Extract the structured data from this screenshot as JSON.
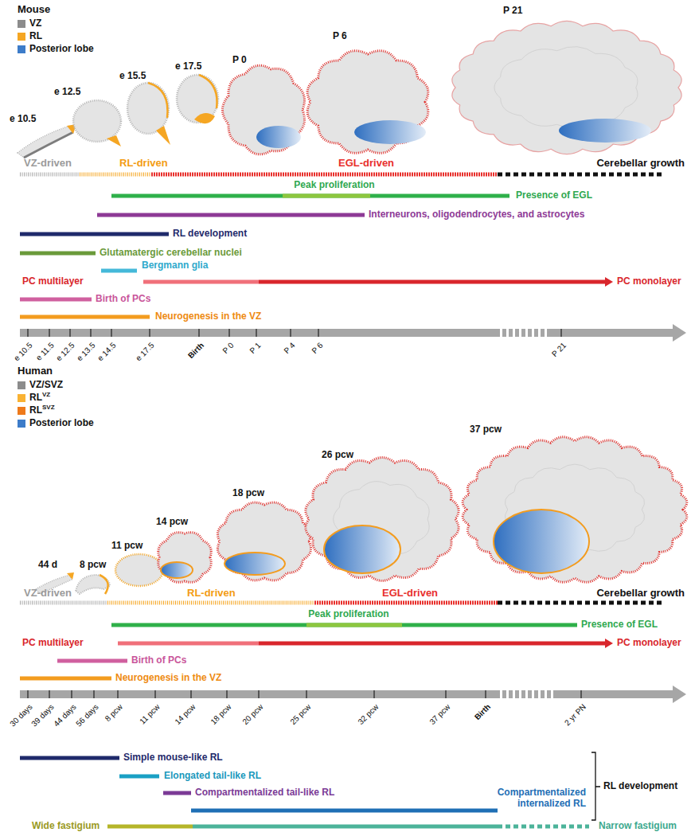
{
  "diagram": {
    "labels": [
      "Mouse",
      "e 10.5",
      "e 12.5",
      "e 15.5",
      "e 17.5",
      "P 0",
      "P 6",
      "P 21",
      "VZ-driven",
      "RL-driven",
      "EGL-driven",
      "Cerebellar growth",
      "Peak proliferation",
      "Presence of EGL",
      "Interneurons, oligodendrocytes, and astrocytes",
      "RL development",
      "Glutamatergic cerebellar nuclei",
      "Bergmann glia",
      "PC multilayer",
      "PC monolayer",
      "Birth of PCs",
      "Neurogenesis in the VZ",
      "e 10.5",
      "e 11.5",
      "e 12.5",
      "e 13.5",
      "e 14.5",
      "e 17.5",
      "Birth",
      "P 0",
      "P 1",
      "P 4",
      "P 6",
      "P 21",
      "Human",
      "VZ",
      "SVZ",
      "44 d",
      "8 pcw",
      "11 pcw",
      "14 pcw",
      "18 pcw",
      "26 pcw",
      "37 pcw",
      "VZ-driven",
      "RL-driven",
      "EGL-driven",
      "Cerebellar growth",
      "Peak proliferation",
      "Presence of EGL",
      "PC multilayer",
      "PC monolayer",
      "Birth of PCs",
      "Neurogenesis in the VZ",
      "30 days",
      "39 days",
      "44 days",
      "56 days",
      "8 pcw",
      "11 pcw",
      "14 pcw",
      "18 pcw",
      "20 pcw",
      "25 pcw",
      "32 pcw",
      "37 pcw",
      "Birth",
      "2 yr PN",
      "Simple mouse-like RL",
      "Elongated tail-like RL",
      "Compartmentalized tail-like RL",
      "Compartmentalized internalized RL",
      "RL development",
      "Wide fastigium",
      "Narrow fastigium"
    ],
    "legend": [
      {
        "text": "VZ",
        "color": "#8c8c8c"
      },
      {
        "text": "RL",
        "color": "#f5a623"
      },
      {
        "text": "Posterior lobe",
        "color": "#3d7cc9"
      },
      {
        "text": "VZ/SVZ",
        "color": "#8c8c8c"
      },
      {
        "text": "RL",
        "color": "#f9b233"
      },
      {
        "text": "RL",
        "color": "#ee7a1b"
      },
      {
        "text": "Posterior lobe",
        "color": "#3d7cc9"
      }
    ]
  }
}
